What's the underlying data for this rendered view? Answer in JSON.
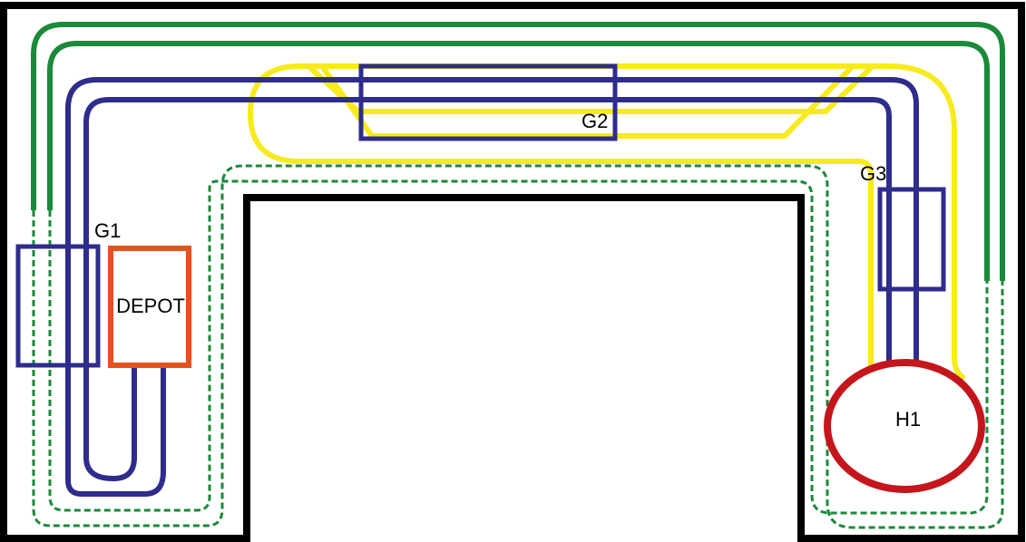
{
  "labels": {
    "g1": "G1",
    "g2": "G2",
    "g3": "G3",
    "depot": "DEPOT",
    "h1": "H1"
  },
  "colors": {
    "wall": "#000000",
    "green": "#1a8a3a",
    "blue": "#2e2c8c",
    "yellow": "#f7ea1e",
    "orange": "#e4531d",
    "red": "#c4161c"
  }
}
